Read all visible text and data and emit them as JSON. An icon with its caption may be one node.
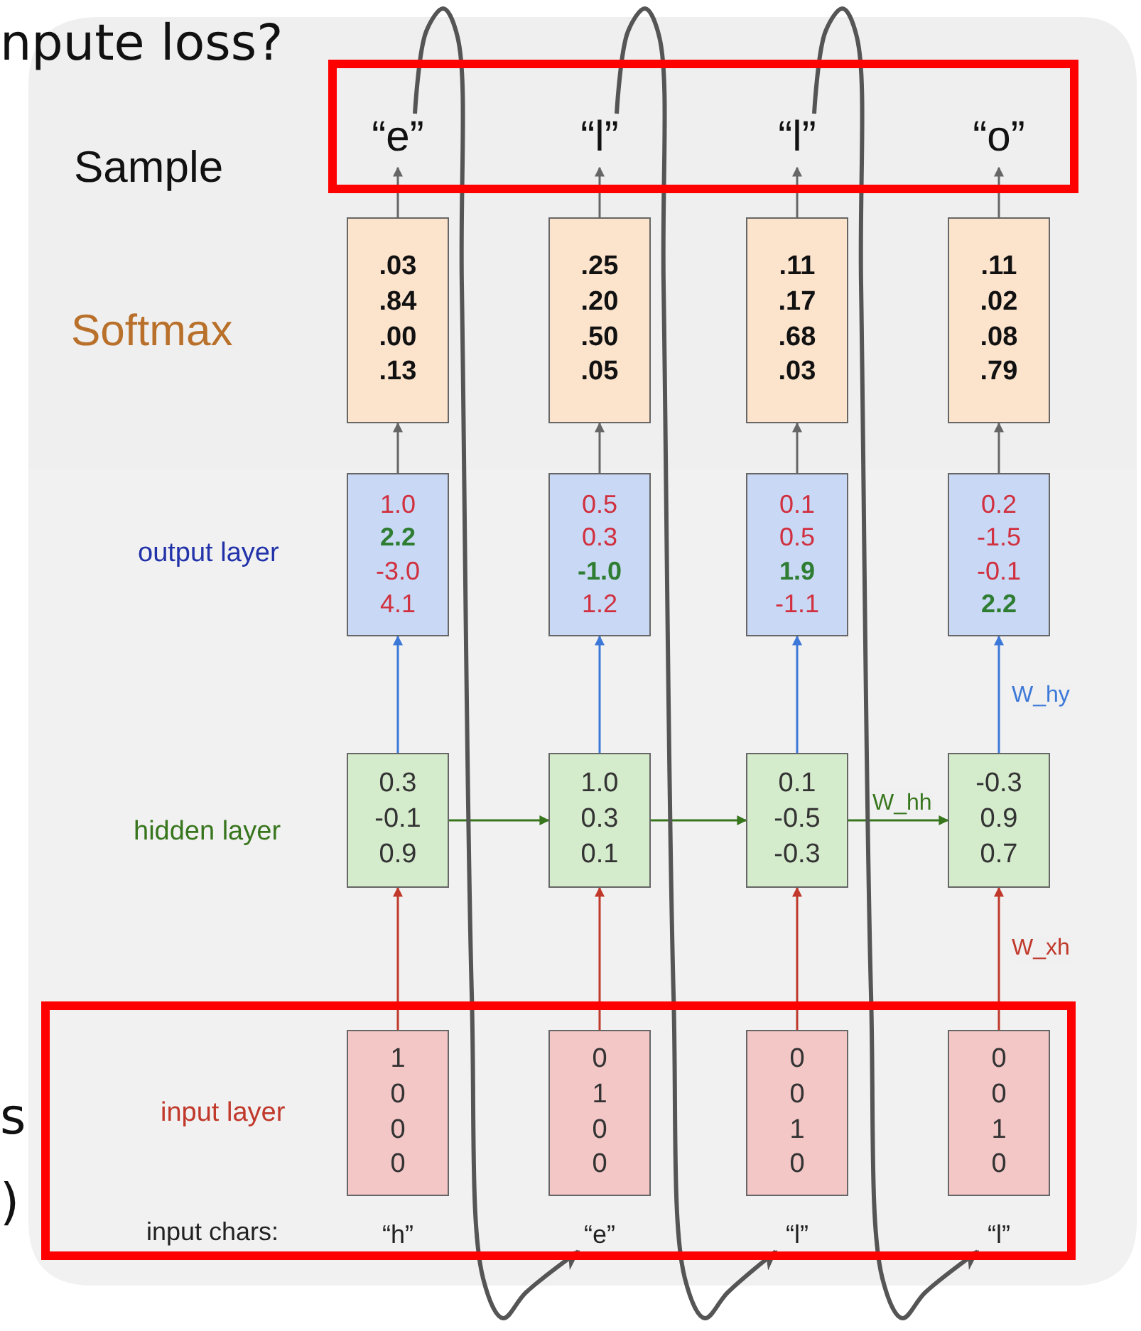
{
  "diagram": {
    "nodes": [
      {
        "text": [
          "“e”"
        ]
      },
      {
        "text": [
          "“l”"
        ]
      },
      {
        "text": [
          "“l”"
        ]
      },
      {
        "text": [
          "“o”"
        ]
      },
      {
        "text": [
          ".03 .84 .00 .13"
        ]
      },
      {
        "text": [
          ".25 .20 .50 .05"
        ]
      },
      {
        "text": [
          ".11 .17 .68 .03"
        ]
      },
      {
        "text": [
          ".11 .02 .08 .79"
        ]
      },
      {
        "text": [
          "1.0 **2.2** -3.0 4.1"
        ]
      },
      {
        "text": [
          "0.5 0.3 **-1.0** 1.2"
        ]
      },
      {
        "text": [
          "0.1 0.5 **1.9** -1.1"
        ]
      },
      {
        "text": [
          "0.2 -1.5 -0.1 **2.2**"
        ]
      },
      {
        "text": [
          "0.3 -0.1 0.9"
        ]
      },
      {
        "text": [
          "1.0 0.3 0.1"
        ]
      },
      {
        "text": [
          "0.1 -0.5 -0.3"
        ]
      },
      {
        "text": [
          "-0.3 0.9 0.7"
        ]
      },
      {
        "text": [
          "1 0 0 0"
        ]
      },
      {
        "text": [
          "0 1 0 0"
        ]
      },
      {
        "text": [
          "0 0 1 0"
        ]
      },
      {
        "text": [
          "0 0 1 0"
        ]
      },
      {
        "text": [
          "“h”"
        ]
      },
      {
        "text": [
          "“e”"
        ]
      },
      {
        "text": [
          "“l”"
        ]
      },
      {
        "text": [
          "“l”"
        ]
      }
    ],
    "edges": [
      {
        "from": 4,
        "to": 0,
        "arrow": "to"
      },
      {
        "from": 5,
        "to": 1,
        "arrow": "to"
      },
      {
        "from": 6,
        "to": 2,
        "arrow": "to"
      },
      {
        "from": 7,
        "to": 3,
        "arrow": "to"
      },
      {
        "from": 8,
        "to": 4,
        "arrow": "to"
      },
      {
        "from": 9,
        "to": 5,
        "arrow": "to"
      },
      {
        "from": 10,
        "to": 6,
        "arrow": "to"
      },
      {
        "from": 11,
        "to": 7,
        "arrow": "to"
      },
      {
        "from": 12,
        "to": 8,
        "arrow": "to",
        "color": "#3c78d8"
      },
      {
        "from": 13,
        "to": 9,
        "arrow": "to",
        "color": "#3c78d8"
      },
      {
        "from": 14,
        "to": 10,
        "arrow": "to",
        "color": "#3c78d8"
      },
      {
        "from": 15,
        "to": 11,
        "arrow": "to",
        "color": "#3c78d8",
        "label": "W_hy"
      },
      {
        "from": 12,
        "to": 13,
        "arrow": "to",
        "color": "#38761d"
      },
      {
        "from": 13,
        "to": 14,
        "arrow": "to",
        "color": "#38761d"
      },
      {
        "from": 14,
        "to": 15,
        "arrow": "to",
        "color": "#38761d",
        "label": "W_hh"
      },
      {
        "from": 16,
        "to": 12,
        "arrow": "to",
        "color": "#c0392b"
      },
      {
        "from": 17,
        "to": 13,
        "arrow": "to",
        "color": "#c0392b"
      },
      {
        "from": 18,
        "to": 14,
        "arrow": "to",
        "color": "#c0392b"
      },
      {
        "from": 19,
        "to": 15,
        "arrow": "to",
        "color": "#c0392b",
        "label": "W_xh"
      },
      {
        "from": 0,
        "to": 21,
        "arrow": "to",
        "style": "thick",
        "color": "#555555"
      },
      {
        "from": 1,
        "to": 22,
        "arrow": "to",
        "style": "thick",
        "color": "#555555"
      },
      {
        "from": 2,
        "to": 23,
        "arrow": "to",
        "style": "thick",
        "color": "#555555"
      }
    ],
    "labels": [
      "npute loss?",
      "Sample",
      "Softmax",
      "output layer",
      "hidden layer",
      "input layer",
      "s",
      ")",
      "input chars:"
    ]
  }
}
